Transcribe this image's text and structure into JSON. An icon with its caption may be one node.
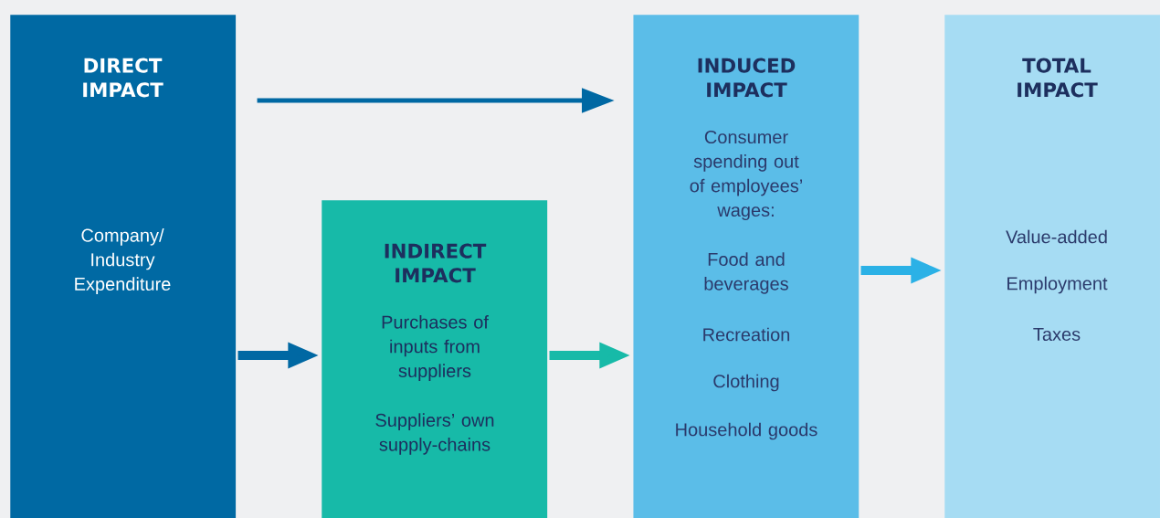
{
  "diagram": {
    "nodes": [
      {
        "text": [
          "DIRECT IMPACT",
          "Company/ Industry Expenditure"
        ]
      },
      {
        "text": [
          "INDIRECT IMPACT",
          "Purchases of inputs from suppliers",
          "Suppliers’ own supply-chains"
        ]
      },
      {
        "text": [
          "INDUCED IMPACT",
          "Consumer spending out of employees’ wages:",
          "Food and beverages",
          "Recreation",
          "Clothing",
          "Household goods"
        ]
      },
      {
        "text": [
          "TOTAL IMPACT",
          "Value-added",
          "Employment",
          "Taxes"
        ]
      }
    ],
    "edges": [
      {
        "from": 0,
        "to": 2,
        "arrow": "to",
        "color": "#0068a3"
      },
      {
        "from": 0,
        "to": 1,
        "arrow": "to",
        "color": "#0068a3"
      },
      {
        "from": 1,
        "to": 2,
        "arrow": "to",
        "color": "#17baa8"
      },
      {
        "from": 2,
        "to": 3,
        "arrow": "to",
        "color": "#2bb1e6"
      }
    ]
  }
}
